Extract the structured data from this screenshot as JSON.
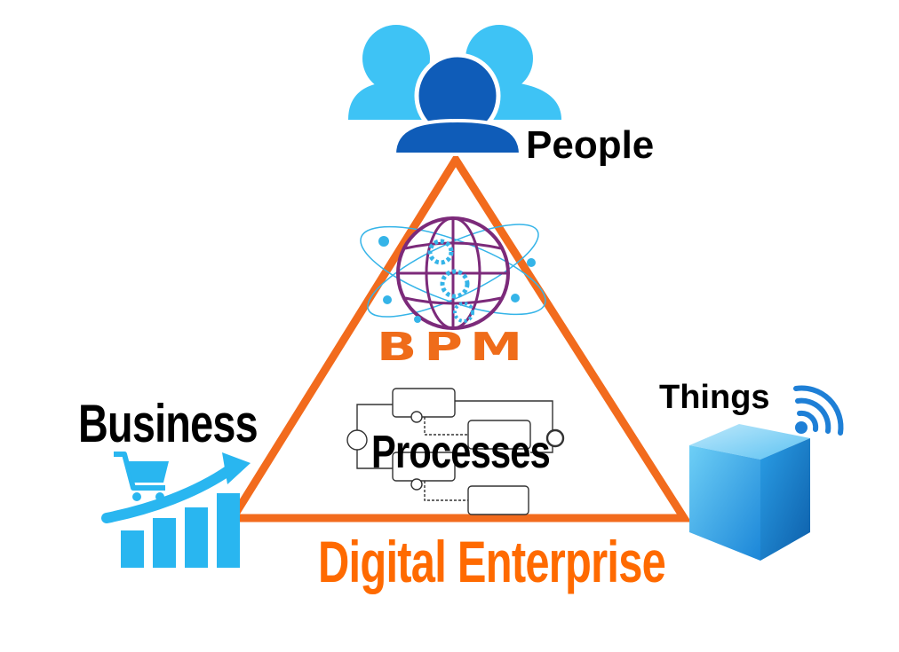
{
  "labels": {
    "people": "People",
    "things": "Things",
    "business": "Business",
    "bpm": "BPM",
    "processes": "Processes",
    "digital_enterprise": "Digital Enterprise"
  },
  "icons": {
    "people": "people-group-icon",
    "things": "cube-icon",
    "wifi": "wifi-signal-icon",
    "business": "growth-chart-icon",
    "cart": "shopping-cart-icon",
    "bpm": "gear-globe-icon",
    "process": "process-flow-icon"
  },
  "colors": {
    "triangle": "#f26b1d",
    "enterprise_text": "#ff6a00",
    "bpm_text": "#ef6c1a",
    "people_light": "#3ec3f5",
    "people_dark": "#0f5cb8",
    "cube": "#1f8fe0",
    "business_icon": "#29b6f0",
    "globe": "#7c2a7a"
  }
}
